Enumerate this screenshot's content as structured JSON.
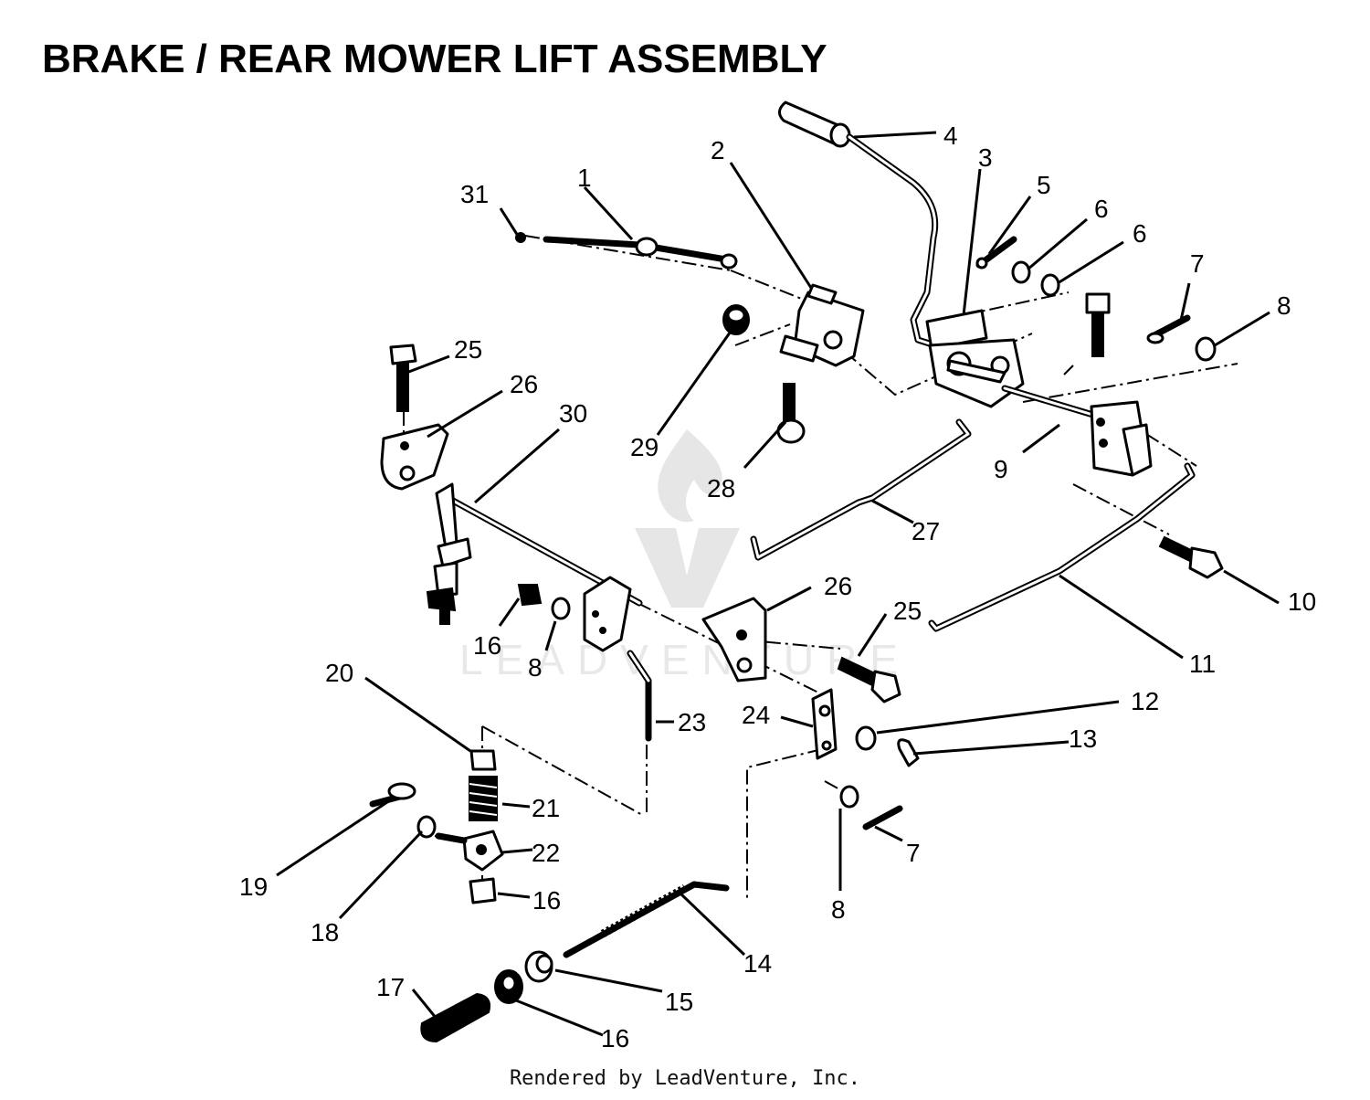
{
  "title": "BRAKE / REAR MOWER LIFT ASSEMBLY",
  "footer": "Rendered by LeadVenture, Inc.",
  "watermark_text": "LEADVENTURE",
  "callouts": [
    {
      "id": "c1",
      "label": "1"
    },
    {
      "id": "c2",
      "label": "2"
    },
    {
      "id": "c3",
      "label": "3"
    },
    {
      "id": "c4",
      "label": "4"
    },
    {
      "id": "c5",
      "label": "5"
    },
    {
      "id": "c6a",
      "label": "6"
    },
    {
      "id": "c6b",
      "label": "6"
    },
    {
      "id": "c7a",
      "label": "7"
    },
    {
      "id": "c7b",
      "label": "7"
    },
    {
      "id": "c8a",
      "label": "8"
    },
    {
      "id": "c8b",
      "label": "8"
    },
    {
      "id": "c8c",
      "label": "8"
    },
    {
      "id": "c9",
      "label": "9"
    },
    {
      "id": "c10",
      "label": "10"
    },
    {
      "id": "c11",
      "label": "11"
    },
    {
      "id": "c12",
      "label": "12"
    },
    {
      "id": "c13",
      "label": "13"
    },
    {
      "id": "c14",
      "label": "14"
    },
    {
      "id": "c15",
      "label": "15"
    },
    {
      "id": "c16a",
      "label": "16"
    },
    {
      "id": "c16b",
      "label": "16"
    },
    {
      "id": "c16c",
      "label": "16"
    },
    {
      "id": "c17",
      "label": "17"
    },
    {
      "id": "c18",
      "label": "18"
    },
    {
      "id": "c19",
      "label": "19"
    },
    {
      "id": "c20",
      "label": "20"
    },
    {
      "id": "c21",
      "label": "21"
    },
    {
      "id": "c22",
      "label": "22"
    },
    {
      "id": "c23",
      "label": "23"
    },
    {
      "id": "c24",
      "label": "24"
    },
    {
      "id": "c25a",
      "label": "25"
    },
    {
      "id": "c25b",
      "label": "25"
    },
    {
      "id": "c26a",
      "label": "26"
    },
    {
      "id": "c26b",
      "label": "26"
    },
    {
      "id": "c27",
      "label": "27"
    },
    {
      "id": "c28",
      "label": "28"
    },
    {
      "id": "c29",
      "label": "29"
    },
    {
      "id": "c30",
      "label": "30"
    },
    {
      "id": "c31",
      "label": "31"
    }
  ]
}
